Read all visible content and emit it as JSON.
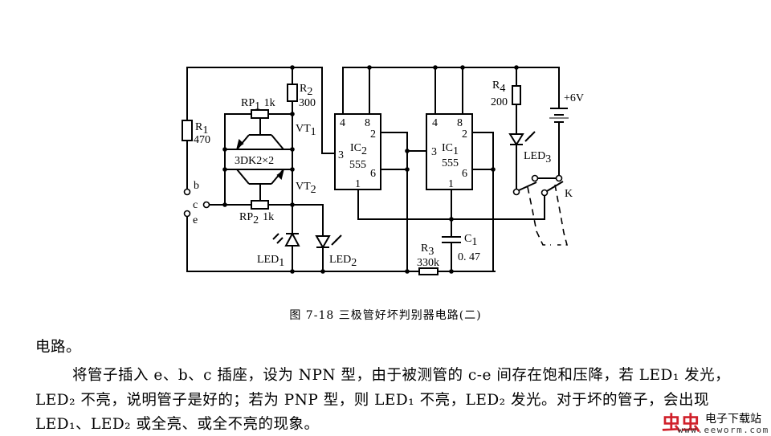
{
  "figure": {
    "caption": "图 7-18   三极管好坏判别器电路(二)",
    "labels": {
      "r1": {
        "main": "R",
        "sub": "1",
        "value": "470"
      },
      "r2": {
        "main": "R",
        "sub": "2",
        "value": "300"
      },
      "r3": {
        "main": "R",
        "sub": "3",
        "value": "330k"
      },
      "r4": {
        "main": "R",
        "sub": "4",
        "value": "200"
      },
      "rp1": {
        "main": "RP",
        "sub": "1",
        "value": "1k"
      },
      "rp2": {
        "main": "RP",
        "sub": "2",
        "value": "1k"
      },
      "vt1": {
        "main": "VT",
        "sub": "1"
      },
      "vt2": {
        "main": "VT",
        "sub": "2"
      },
      "transistor_type": "3DK2×2",
      "led1": {
        "main": "LED",
        "sub": "1"
      },
      "led2": {
        "main": "LED",
        "sub": "2"
      },
      "led3": {
        "main": "LED",
        "sub": "3"
      },
      "c1": {
        "main": "C",
        "sub": "1",
        "value": "0. 47"
      },
      "ic1": {
        "main": "IC",
        "sub": "1",
        "model": "555",
        "pins": {
          "p4": "4",
          "p8": "8",
          "p2": "2",
          "p3": "3",
          "p6": "6",
          "p1": "1"
        }
      },
      "ic2": {
        "main": "IC",
        "sub": "2",
        "model": "555",
        "pins": {
          "p4": "4",
          "p8": "8",
          "p2": "2",
          "p3": "3",
          "p6": "6",
          "p1": "1"
        }
      },
      "terminals": {
        "b": "b",
        "c": "c",
        "e": "e"
      },
      "supply": "+6V",
      "switch": "K"
    }
  },
  "body": {
    "lines": [
      "电路。",
      "将管子插入 e、b、c 插座，设为 NPN 型，由于被测管的 c-e 间存在饱和压降，若 LED₁ 发光，",
      "LED₂ 不亮，说明管子是好的；若为 PNP 型，则 LED₁ 不亮，LED₂ 发光。对于坏的管子，会出现",
      "LED₁、LED₂ 或全亮、或全不亮的现象。"
    ]
  },
  "watermark": {
    "logo": "虫虫",
    "name": "电子下载站",
    "url": "www.eeworm.com",
    "logo_color": "#d0202a"
  }
}
